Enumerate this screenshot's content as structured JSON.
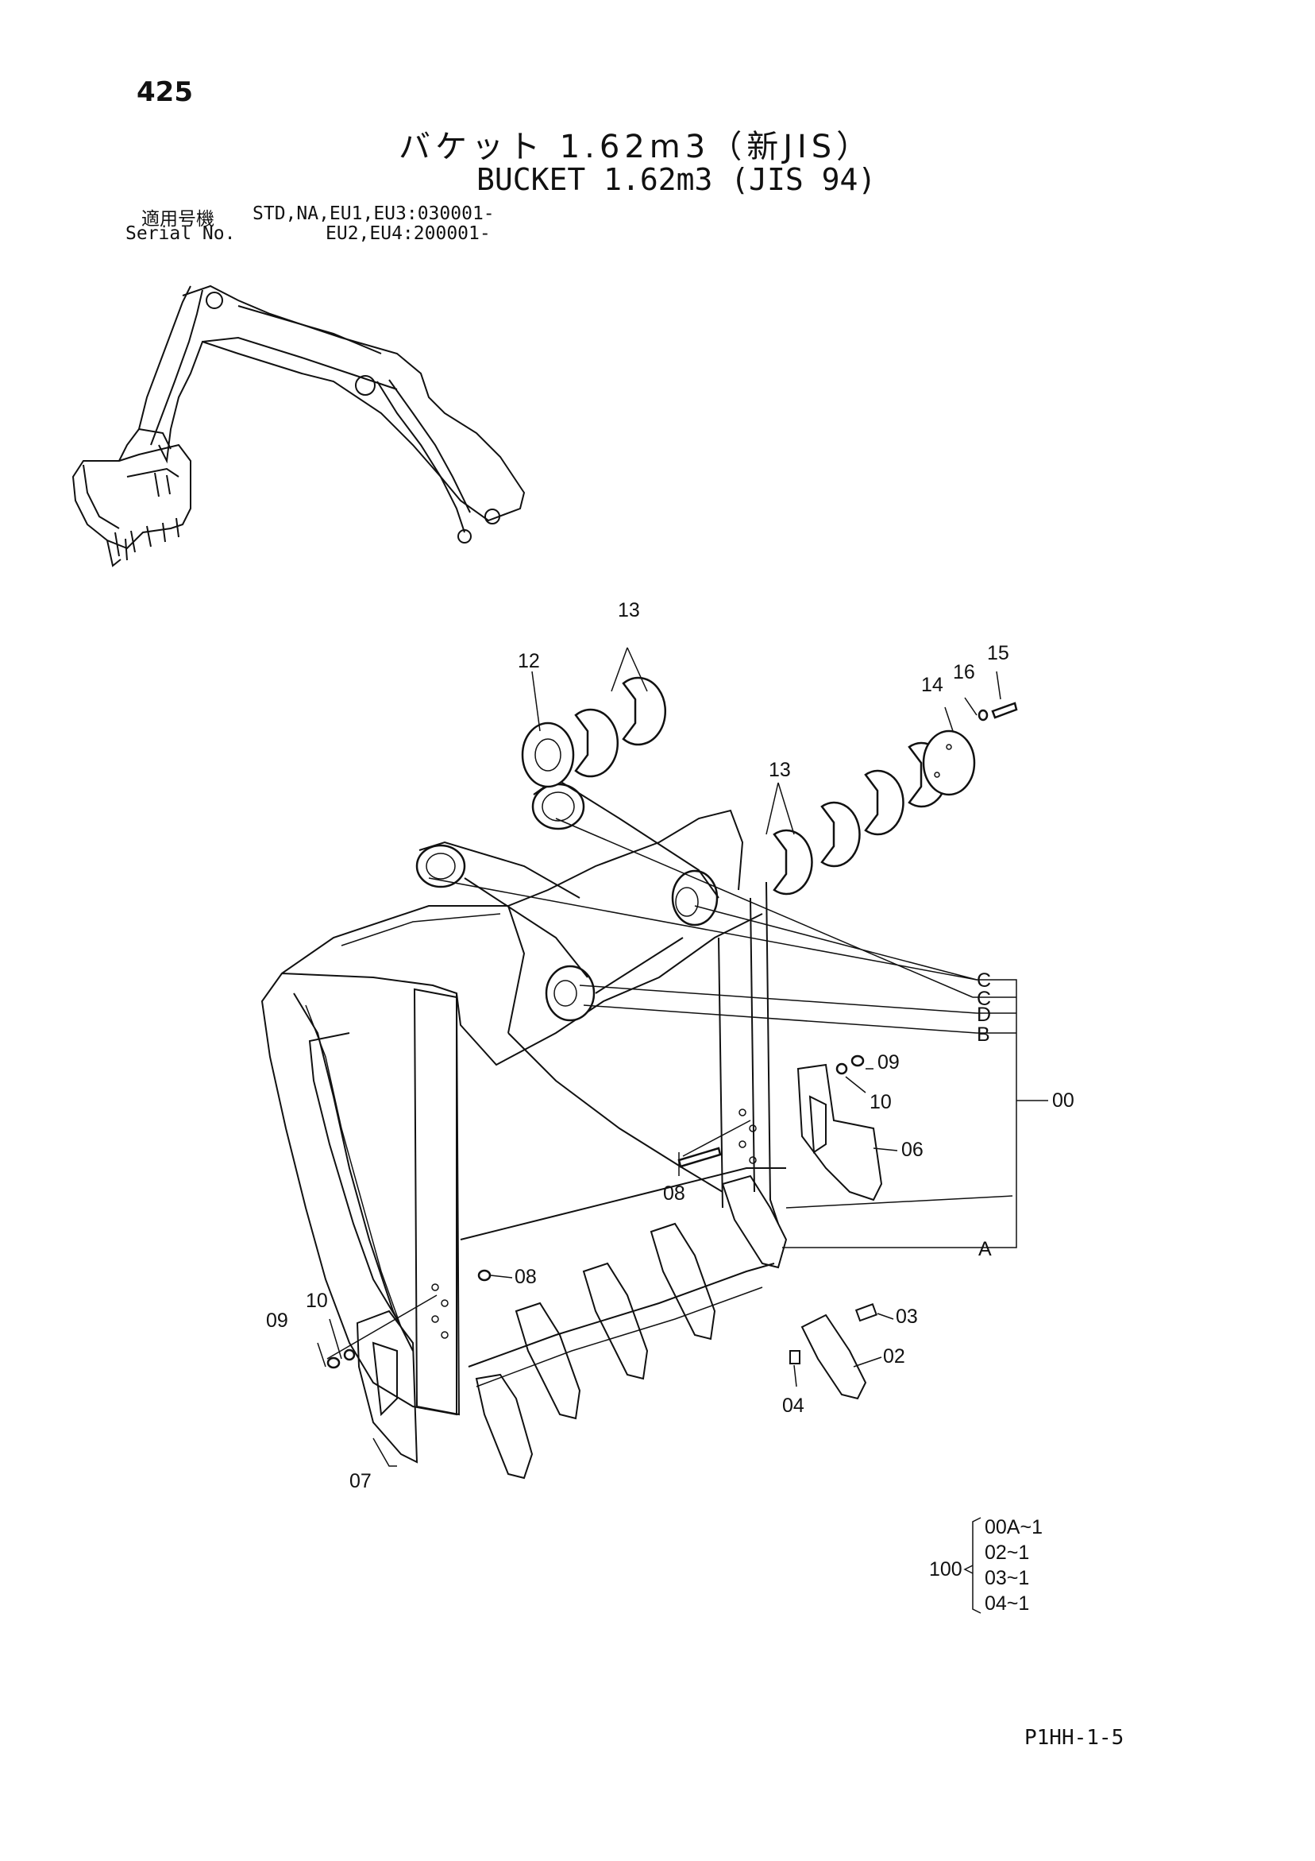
{
  "header": {
    "page_number": "425",
    "title_ja": "バケット 1.62m3（新JIS）",
    "title_en": "BUCKET 1.62m3 (JIS 94)",
    "serial_label_ja": "適用号機",
    "serial_label_en": "Serial No.",
    "serial_line1": "STD,NA,EU1,EU3:030001-",
    "serial_line2": "EU2,EU4:200001-"
  },
  "callouts": {
    "p13a": "13",
    "p12": "12",
    "p16": "16",
    "p15": "15",
    "p14": "14",
    "p13b": "13",
    "c1": "C",
    "c2": "C",
    "d": "D",
    "b": "B",
    "a": "A",
    "p00": "00",
    "p09a": "09",
    "p10a": "10",
    "p06": "06",
    "p08a": "08",
    "p08b": "08",
    "p09b": "09",
    "p10b": "10",
    "p07": "07",
    "p03": "03",
    "p02": "02",
    "p04": "04"
  },
  "assembly": {
    "number": "100",
    "items": [
      "00A~1",
      "02~1",
      "03~1",
      "04~1"
    ]
  },
  "footer": {
    "page_code": "P1HH-1-5"
  }
}
